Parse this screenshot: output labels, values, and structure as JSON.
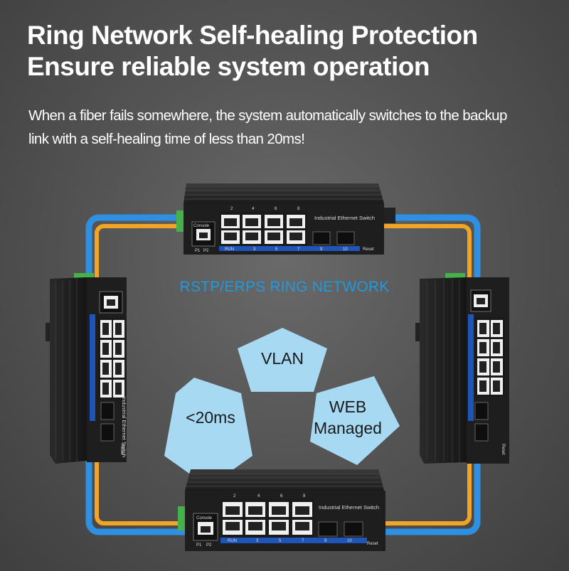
{
  "header": {
    "title_line1": "Ring Network Self-healing Protection",
    "title_line2": "Ensure reliable system operation",
    "subtitle_line1": "When a fiber fails somewhere, the system automatically switches to the backup",
    "subtitle_line2": "link with a self-healing time of less than 20ms!"
  },
  "ring": {
    "label": "RSTP/ERPS RING NETWORK"
  },
  "features": {
    "vlan": "VLAN",
    "time": "<20ms",
    "web_line1": "WEB",
    "web_line2": "Managed"
  },
  "device": {
    "label": "Industrial Ethernet Switch",
    "console": "Console",
    "reset": "Reset",
    "run": "RUN",
    "p1": "P1",
    "p2": "P2",
    "top_port_numbers": [
      "2",
      "4",
      "6",
      "8"
    ],
    "bottom_port_numbers": [
      "3",
      "5",
      "7",
      "9",
      "10"
    ]
  },
  "colors": {
    "ring_outer": "#2f8fe0",
    "ring_inner": "#f2a427",
    "pentagon": "#a8d9f2",
    "ring_label": "#1e9ae0"
  }
}
